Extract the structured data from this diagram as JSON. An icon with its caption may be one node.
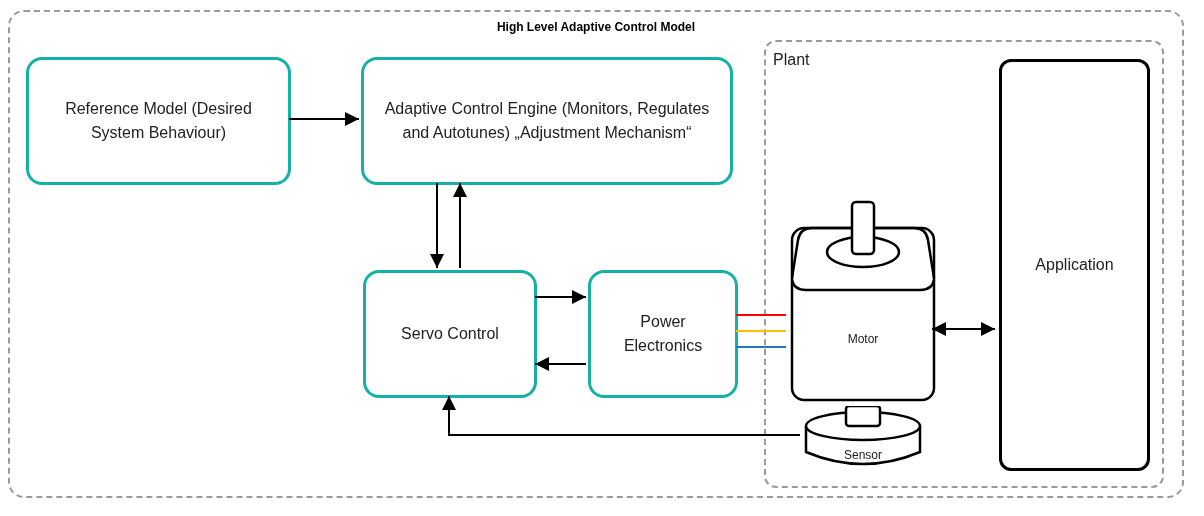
{
  "diagram": {
    "nodes": [
      {
        "text": [
          "High Level Adaptive Control Model"
        ]
      },
      {
        "text": [
          "Reference Model (Desired System Behaviour)"
        ],
        "in": 0
      },
      {
        "text": [
          "Adaptive Control Engine (Monitors, Regulates and Autotunes) „Adjustment Mechanism“"
        ],
        "in": 0
      },
      {
        "text": [
          "Plant"
        ],
        "in": 0
      },
      {
        "text": [
          "Servo Control"
        ],
        "in": 0
      },
      {
        "text": [
          "Power Electronics"
        ],
        "in": 0
      },
      {
        "text": [
          "Motor"
        ],
        "in": 3
      },
      {
        "text": [
          "Sensor"
        ],
        "in": 3
      },
      {
        "text": [
          "Application"
        ],
        "in": 3
      }
    ],
    "edges": [
      {
        "from": 1,
        "to": 2,
        "arrow": "to"
      },
      {
        "from": 2,
        "to": 4,
        "arrow": "to"
      },
      {
        "from": 4,
        "to": 2,
        "arrow": "to"
      },
      {
        "from": 4,
        "to": 5,
        "arrow": "to"
      },
      {
        "from": 5,
        "to": 4,
        "arrow": "to"
      },
      {
        "from": 5,
        "to": 6,
        "arrow": "none",
        "color": "#ff0000"
      },
      {
        "from": 5,
        "to": 6,
        "arrow": "none",
        "color": "#ffc000"
      },
      {
        "from": 5,
        "to": 6,
        "arrow": "none",
        "color": "#1f77c4"
      },
      {
        "from": 6,
        "to": 8,
        "arrow": "both"
      },
      {
        "from": 7,
        "to": 4,
        "arrow": "to"
      }
    ]
  }
}
